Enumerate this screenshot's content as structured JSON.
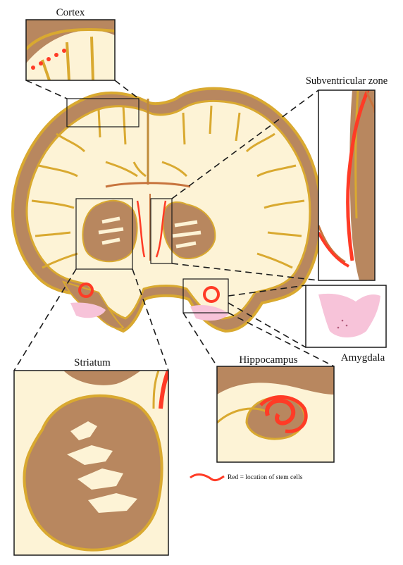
{
  "labels": {
    "cortex": "Cortex",
    "svz": "Subventricular zone",
    "striatum": "Striatum",
    "hippocampus": "Hippocampus",
    "amygdala": "Amygdala",
    "legend": "Red = location of stem cells"
  },
  "colors": {
    "cream": "#fdf3d6",
    "tan": "#c49a74",
    "brown": "#b8875f",
    "outline": "#d9a930",
    "stem_red": "#ff3b26",
    "pink": "#f7c3d9",
    "dash": "#1a1a1a"
  }
}
